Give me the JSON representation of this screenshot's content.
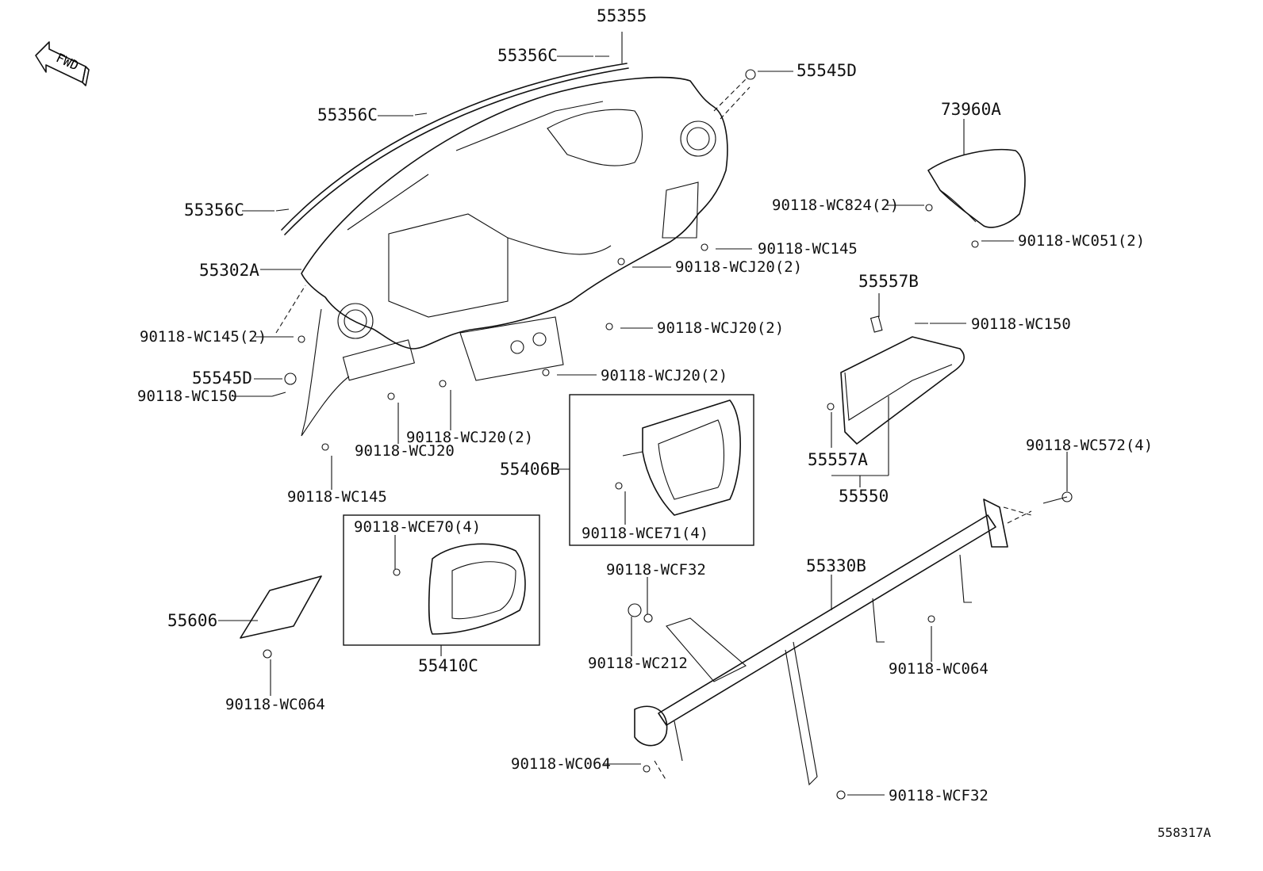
{
  "diagram": {
    "direction_arrow": "FWD",
    "drawing_number": "558317A",
    "labels": {
      "p55355": "55355",
      "p55356c_a": "55356C",
      "p55356c_b": "55356C",
      "p55356c_c": "55356C",
      "p55545d_a": "55545D",
      "p55545d_b": "55545D",
      "p73960a": "73960A",
      "p_wc824": "90118-WC824(2)",
      "p_wc051": "90118-WC051(2)",
      "p_wc145_a": "90118-WC145",
      "p_wcj20_a": "90118-WCJ20(2)",
      "p55302a": "55302A",
      "p_wcj20_b": "90118-WCJ20(2)",
      "p55557b": "55557B",
      "p_wc150_a": "90118-WC150",
      "p_wc145_b": "90118-WC145(2)",
      "p_wc150_b": "90118-WC150",
      "p_wcj20_c": "90118-WCJ20(2)",
      "p_wcj20_d": "90118-WCJ20(2)",
      "p_wcj20_e": "90118-WCJ20",
      "p55557a": "55557A",
      "p55406b": "55406B",
      "p55550": "55550",
      "p_wc572": "90118-WC572(4)",
      "p_wc145_c": "90118-WC145",
      "p_wce70": "90118-WCE70(4)",
      "p_wce71": "90118-WCE71(4)",
      "p_wcf32_a": "90118-WCF32",
      "p55330b": "55330B",
      "p55606": "55606",
      "p_wc212": "90118-WC212",
      "p55410c": "55410C",
      "p_wc064_a": "90118-WC064",
      "p_wc064_b": "90118-WC064",
      "p_wc064_c": "90118-WC064",
      "p_wcf32_b": "90118-WCF32"
    }
  }
}
